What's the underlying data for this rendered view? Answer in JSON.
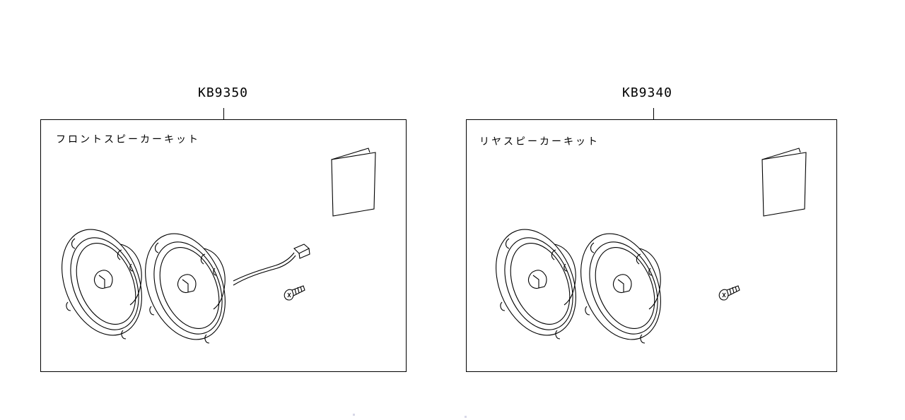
{
  "diagram": {
    "kits": [
      {
        "part_number": "KB9350",
        "label": "フロントスピーカーキット",
        "components": [
          "speaker-left",
          "speaker-right-with-harness",
          "wire-harness-connector",
          "screw",
          "instruction-booklet"
        ]
      },
      {
        "part_number": "KB9340",
        "label": "リヤスピーカーキット",
        "components": [
          "speaker-left",
          "speaker-right",
          "screw",
          "instruction-booklet"
        ]
      }
    ],
    "line_color": "#000000",
    "background_color": "#ffffff"
  }
}
